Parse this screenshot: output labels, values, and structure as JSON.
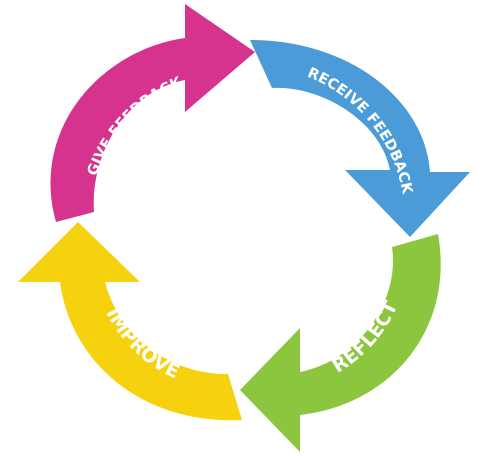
{
  "diagram": {
    "type": "cycle",
    "steps": [
      {
        "label": "GIVE FEEDBACK",
        "color": "#D6338F"
      },
      {
        "label": "RECEIVE FEEDBACK",
        "color": "#4A9BD8"
      },
      {
        "label": "REFLECT",
        "color": "#8CC63E"
      },
      {
        "label": "IMPROVE",
        "color": "#F5D10E"
      }
    ]
  }
}
